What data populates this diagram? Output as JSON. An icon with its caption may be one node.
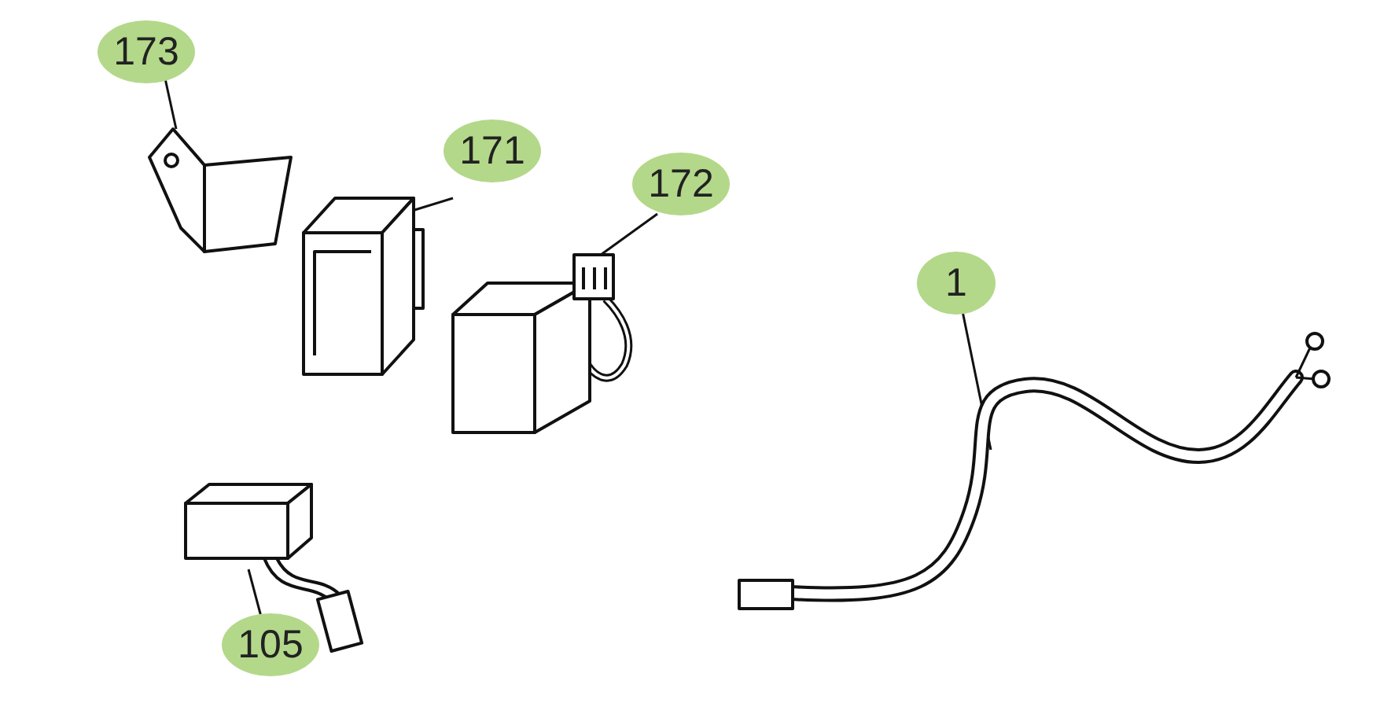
{
  "diagram": {
    "nodes": [
      {
        "text": [
          "173"
        ]
      },
      {
        "text": [],
        "shape": "picture"
      },
      {
        "text": [
          "171"
        ]
      },
      {
        "text": [],
        "shape": "picture"
      },
      {
        "text": [
          "172"
        ]
      },
      {
        "text": [],
        "shape": "picture"
      },
      {
        "text": [
          "1"
        ]
      },
      {
        "text": [],
        "shape": "picture"
      },
      {
        "text": [
          "105"
        ]
      },
      {
        "text": [],
        "shape": "picture"
      }
    ],
    "edges": [
      {
        "from": 0,
        "to": 1,
        "arrow": "none"
      },
      {
        "from": 2,
        "to": 3,
        "arrow": "none"
      },
      {
        "from": 4,
        "to": 5,
        "arrow": "none"
      },
      {
        "from": 6,
        "to": 7,
        "arrow": "none"
      },
      {
        "from": 8,
        "to": 9,
        "arrow": "none"
      }
    ]
  }
}
